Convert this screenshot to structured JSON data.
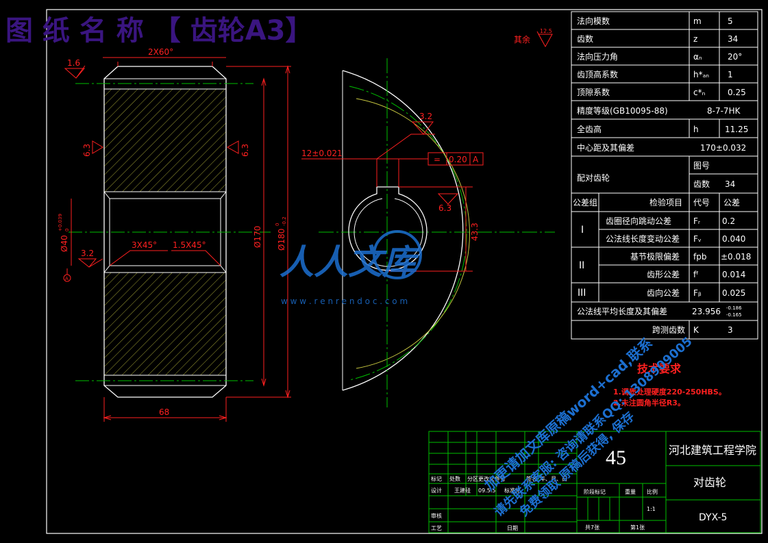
{
  "header": {
    "title": "图 纸 名 称 【 齿轮A3】"
  },
  "surface_note": {
    "label": "其余",
    "roughness": "12.5"
  },
  "side_view": {
    "chamfer_top": "2X60°",
    "roughness_top": "1.6",
    "roughness_left": "6.3",
    "roughness_right": "6.3",
    "roughness_bore": "3.2",
    "bore_dia": "Ø40",
    "bore_tol_upper": "+0.039",
    "bore_tol_lower": "0",
    "chamfer_bore_left": "3X45°",
    "chamfer_bore_right": "1.5X45°",
    "dia_170": "Ø170",
    "dia_180": "Ø180",
    "dia_180_tol_upper": "0",
    "dia_180_tol_lower": "-0.2",
    "width": "68",
    "datum": "A"
  },
  "front_view": {
    "keyway_width": "12±0.021",
    "roughness_key": "3.2",
    "tolerance_symbol": "=",
    "tolerance_value": "0.20",
    "tolerance_datum": "A",
    "roughness_keyside": "6.3",
    "key_depth": "43.3"
  },
  "params": {
    "rows": [
      {
        "label": "法向模数",
        "sym": "m",
        "val": "5"
      },
      {
        "label": "齿数",
        "sym": "z",
        "val": "34"
      },
      {
        "label": "法向压力角",
        "sym": "αₙ",
        "val": "20°"
      },
      {
        "label": "齿顶高系数",
        "sym": "h*ₐₙ",
        "val": "1"
      },
      {
        "label": "顶隙系数",
        "sym": "c*ₙ",
        "val": "0.25"
      }
    ],
    "precision_label": "精度等级(GB10095-88)",
    "precision_val": "8-7-7HK",
    "full_height_label": "全齿高",
    "full_height_sym": "h",
    "full_height_val": "11.25",
    "center_label": "中心距及其偏差",
    "center_val": "170±0.032",
    "mate_label": "配对齿轮",
    "mate_drawing": "图号",
    "mate_teeth": "齿数",
    "mate_teeth_val": "34",
    "group_header": "公差组",
    "item_header": "检验项目",
    "code_header": "代号",
    "tol_header": "公差",
    "groups": [
      {
        "roman": "I",
        "items": [
          {
            "label": "齿圈径向跳动公差",
            "code": "Fᵣ",
            "val": "0.2"
          },
          {
            "label": "公法线长度变动公差",
            "code": "Fᵥ",
            "val": "0.040"
          }
        ]
      },
      {
        "roman": "II",
        "items": [
          {
            "label": "基节极限偏差",
            "code": "fpb",
            "val": "±0.018"
          },
          {
            "label": "齿形公差",
            "code": "fᶠ",
            "val": "0.014"
          }
        ]
      },
      {
        "roman": "III",
        "items": [
          {
            "label": "齿向公差",
            "code": "Fᵦ",
            "val": "0.025"
          }
        ]
      }
    ],
    "wk_label": "公法线平均长度及其偏差",
    "wk_val": "23.956",
    "wk_upper": "-0.186",
    "wk_lower": "-0.165",
    "k_label": "跨测齿数",
    "k_sym": "K",
    "k_val": "3"
  },
  "tech": {
    "title": "技术要求",
    "lines": [
      "1.调质处理硬度220-250HBS。",
      "2.未注圆角半径R3。"
    ]
  },
  "titleblock": {
    "material": "45",
    "school": "河北建筑工程学院",
    "part": "对齿轮",
    "code": "DYX-5",
    "h_mark": "标记",
    "h_count": "处数",
    "h_zone": "分区",
    "h_doc": "更改文件号",
    "h_sign": "签名",
    "h_date": "年、月、日",
    "design": "设计",
    "designer": "王建硅",
    "design_date": "09.5.5",
    "std": "标准化",
    "review": "审核",
    "craft": "工艺",
    "date": "日期",
    "stage": "阶段标记",
    "weight": "重量",
    "scale": "比例",
    "scale_val": "1:1",
    "sheets": "共7张",
    "sheet_no": "第1张"
  },
  "watermark": {
    "logo": "人人文库",
    "url": "w w w . r e n r e n d o c . c o m",
    "lines": [
      "加更请加文库原稿word+cad,联系",
      "请先联系客服: 咨询请联系QQ: 1308909005",
      "免费领取  原稿后获得, 保存"
    ]
  }
}
